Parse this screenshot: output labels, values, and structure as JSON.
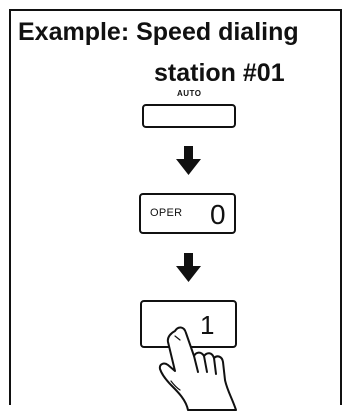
{
  "title": {
    "line1": "Example:  Speed dialing",
    "line2": "station #01"
  },
  "keys": {
    "auto": {
      "caption": "AUTO"
    },
    "oper": {
      "label": "OPER",
      "digit": "0"
    },
    "digit_key": {
      "digit": "1"
    }
  },
  "icons": [
    "down-arrow-icon",
    "down-arrow-icon",
    "pointing-hand-icon"
  ],
  "colors": {
    "ink": "#111111",
    "background": "#ffffff"
  }
}
